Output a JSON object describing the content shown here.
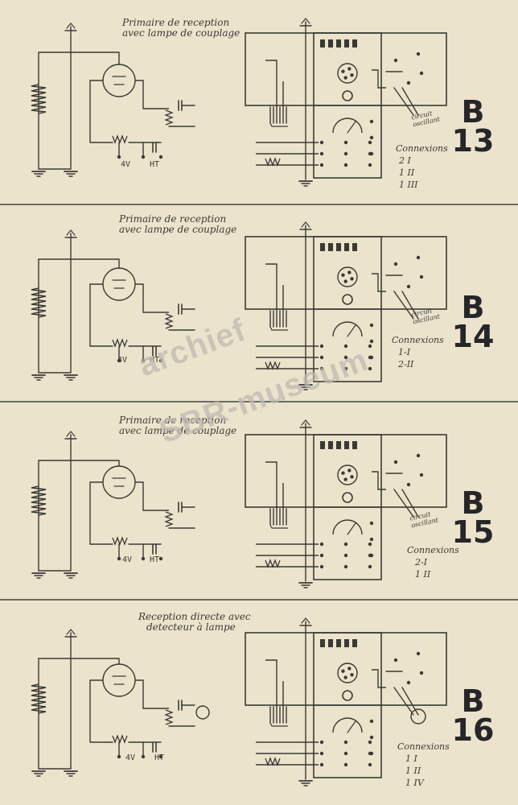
{
  "colors": {
    "paper": "#ece3cc",
    "ink": "#3a3a34",
    "watermark": "#bebab0"
  },
  "panels": [
    {
      "title_line1": "Primaire de reception",
      "title_line2": "avec lampe de couplage",
      "code_letter": "B",
      "code_number": "13",
      "connexions_label": "Connexions",
      "connexions": [
        "2 I",
        "1 II",
        "1 III"
      ],
      "circuit_label_1": "circuit",
      "circuit_label_2": "oscillant",
      "lbl_4v": "4V",
      "lbl_ht": "HT"
    },
    {
      "title_line1": "Primaire de reception",
      "title_line2": "avec lampe de couplage",
      "code_letter": "B",
      "code_number": "14",
      "connexions_label": "Connexions",
      "connexions": [
        "1-I",
        "2-II"
      ],
      "circuit_label_1": "circuit",
      "circuit_label_2": "oscillant",
      "lbl_4v": "4V",
      "lbl_ht": "HT"
    },
    {
      "title_line1": "Primaire de reception",
      "title_line2": "avec lampe de couplage",
      "code_letter": "B",
      "code_number": "15",
      "connexions_label": "Connexions",
      "connexions": [
        "2-I",
        "1 II"
      ],
      "circuit_label_1": "circuit",
      "circuit_label_2": "oscillant",
      "lbl_4v": "4V",
      "lbl_ht": "HT"
    },
    {
      "title_line1": "Reception directe avec",
      "title_line2": "detecteur à lampe",
      "code_letter": "B",
      "code_number": "16",
      "connexions_label": "Connexions",
      "connexions": [
        "1 I",
        "1 II",
        "1 IV"
      ],
      "circuit_label_1": "",
      "circuit_label_2": "",
      "lbl_4v": "4V",
      "lbl_ht": "HT"
    }
  ],
  "watermark": {
    "line1": "archief",
    "line2": "SBR-museum"
  }
}
